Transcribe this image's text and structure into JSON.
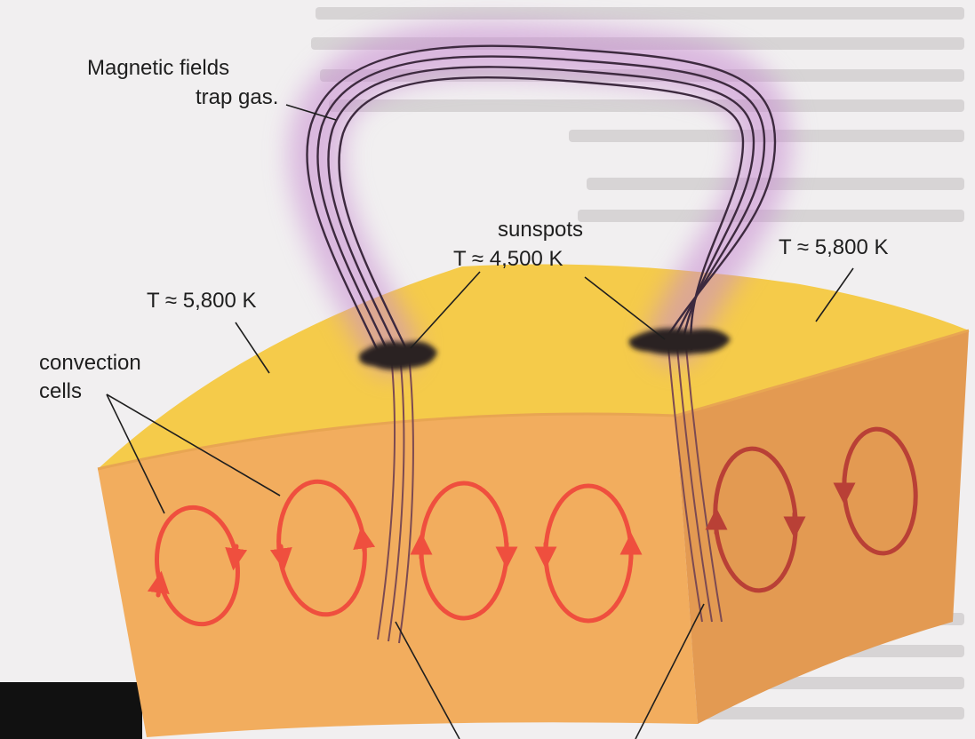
{
  "labels": {
    "magnetic_line1": "Magnetic fields",
    "magnetic_line2": "trap gas.",
    "sunspots": "sunspots",
    "sunspot_temp": "T ≈ 4,500 K",
    "left_temp": "T ≈ 5,800 K",
    "right_temp": "T ≈ 5,800 K",
    "convection_line1": "convection",
    "convection_line2": "cells"
  },
  "colors": {
    "photosphere": "#f5cb4a",
    "interior_front": "#f2ad5e",
    "interior_right": "#e39a52",
    "convection_arrow": "#ef4f3e",
    "convection_arrow_dark": "#b94036",
    "magnetic_line": "#3d2a3f",
    "magnetic_glow": "#c78ad0",
    "sunspot": "#2b2020",
    "background": "#f1eff0",
    "corner_block": "#111111"
  },
  "icons": [
    "convection-arrow-icon",
    "sunspot-icon"
  ]
}
